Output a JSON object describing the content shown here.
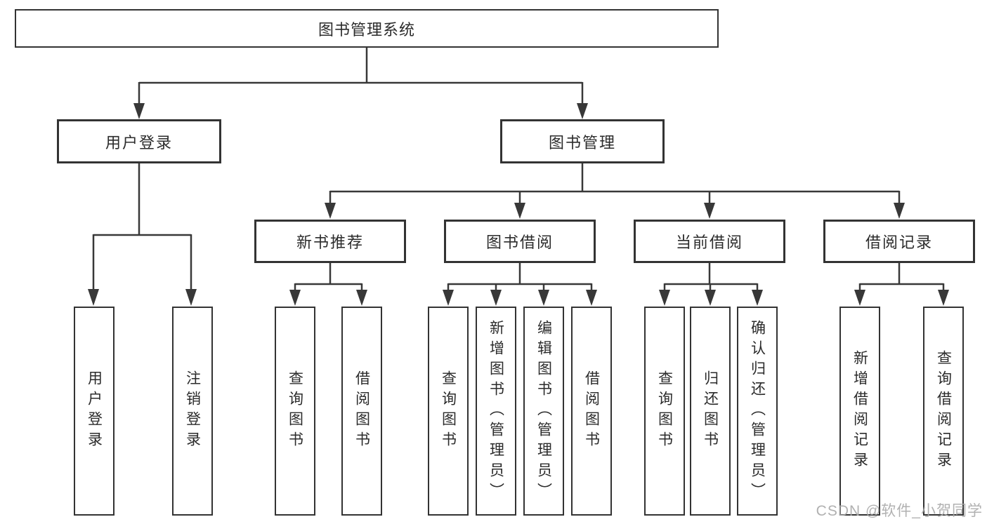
{
  "tree": {
    "root": "图书管理系统",
    "level2": [
      {
        "label": "用户登录",
        "children": [
          "用户登录",
          "注销登录"
        ]
      },
      {
        "label": "图书管理",
        "children": [
          {
            "label": "新书推荐",
            "children": [
              "查询图书",
              "借阅图书"
            ]
          },
          {
            "label": "图书借阅",
            "children": [
              "查询图书",
              "新增图书（管理员）",
              "编辑图书（管理员）",
              "借阅图书"
            ]
          },
          {
            "label": "当前借阅",
            "children": [
              "查询图书",
              "归还图书",
              "确认归还（管理员）"
            ]
          },
          {
            "label": "借阅记录",
            "children": [
              "新增借阅记录",
              "查询借阅记录"
            ]
          }
        ]
      }
    ]
  },
  "watermark": "CSDN @软件_小贺同学",
  "colors": {
    "line": "#383838",
    "box_border": "#333333",
    "text": "#2b2b2b",
    "background": "#ffffff",
    "watermark": "#a8a8a8"
  }
}
